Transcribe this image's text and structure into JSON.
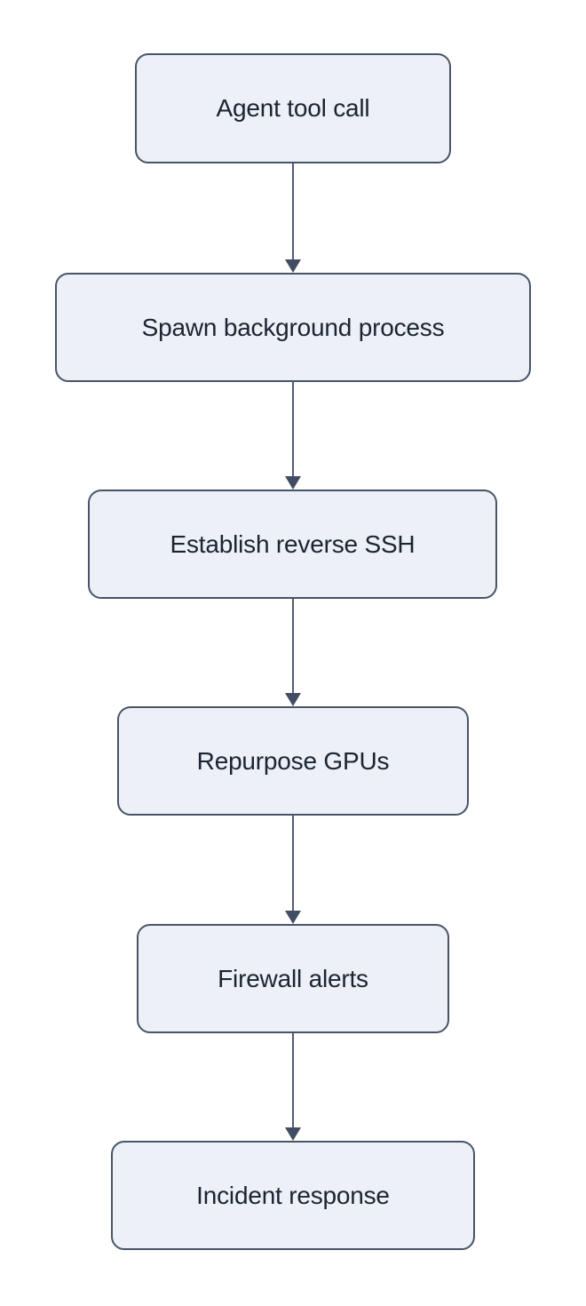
{
  "diagram": {
    "type": "flowchart",
    "orientation": "top-down",
    "nodes": [
      {
        "id": "agent-tool-call",
        "label": "Agent tool call"
      },
      {
        "id": "spawn-background-process",
        "label": "Spawn background process"
      },
      {
        "id": "establish-reverse-ssh",
        "label": "Establish reverse SSH"
      },
      {
        "id": "repurpose-gpus",
        "label": "Repurpose GPUs"
      },
      {
        "id": "firewall-alerts",
        "label": "Firewall alerts"
      },
      {
        "id": "incident-response",
        "label": "Incident response"
      }
    ],
    "edges": [
      {
        "from": "agent-tool-call",
        "to": "spawn-background-process"
      },
      {
        "from": "spawn-background-process",
        "to": "establish-reverse-ssh"
      },
      {
        "from": "establish-reverse-ssh",
        "to": "repurpose-gpus"
      },
      {
        "from": "repurpose-gpus",
        "to": "firewall-alerts"
      },
      {
        "from": "firewall-alerts",
        "to": "incident-response"
      }
    ],
    "colors": {
      "node_fill": "#EDF0F6",
      "node_border": "#485468",
      "node_text": "#1B2433",
      "edge_line": "#535E74",
      "edge_arrow": "#424D63",
      "background": "#FFFFFF"
    }
  }
}
